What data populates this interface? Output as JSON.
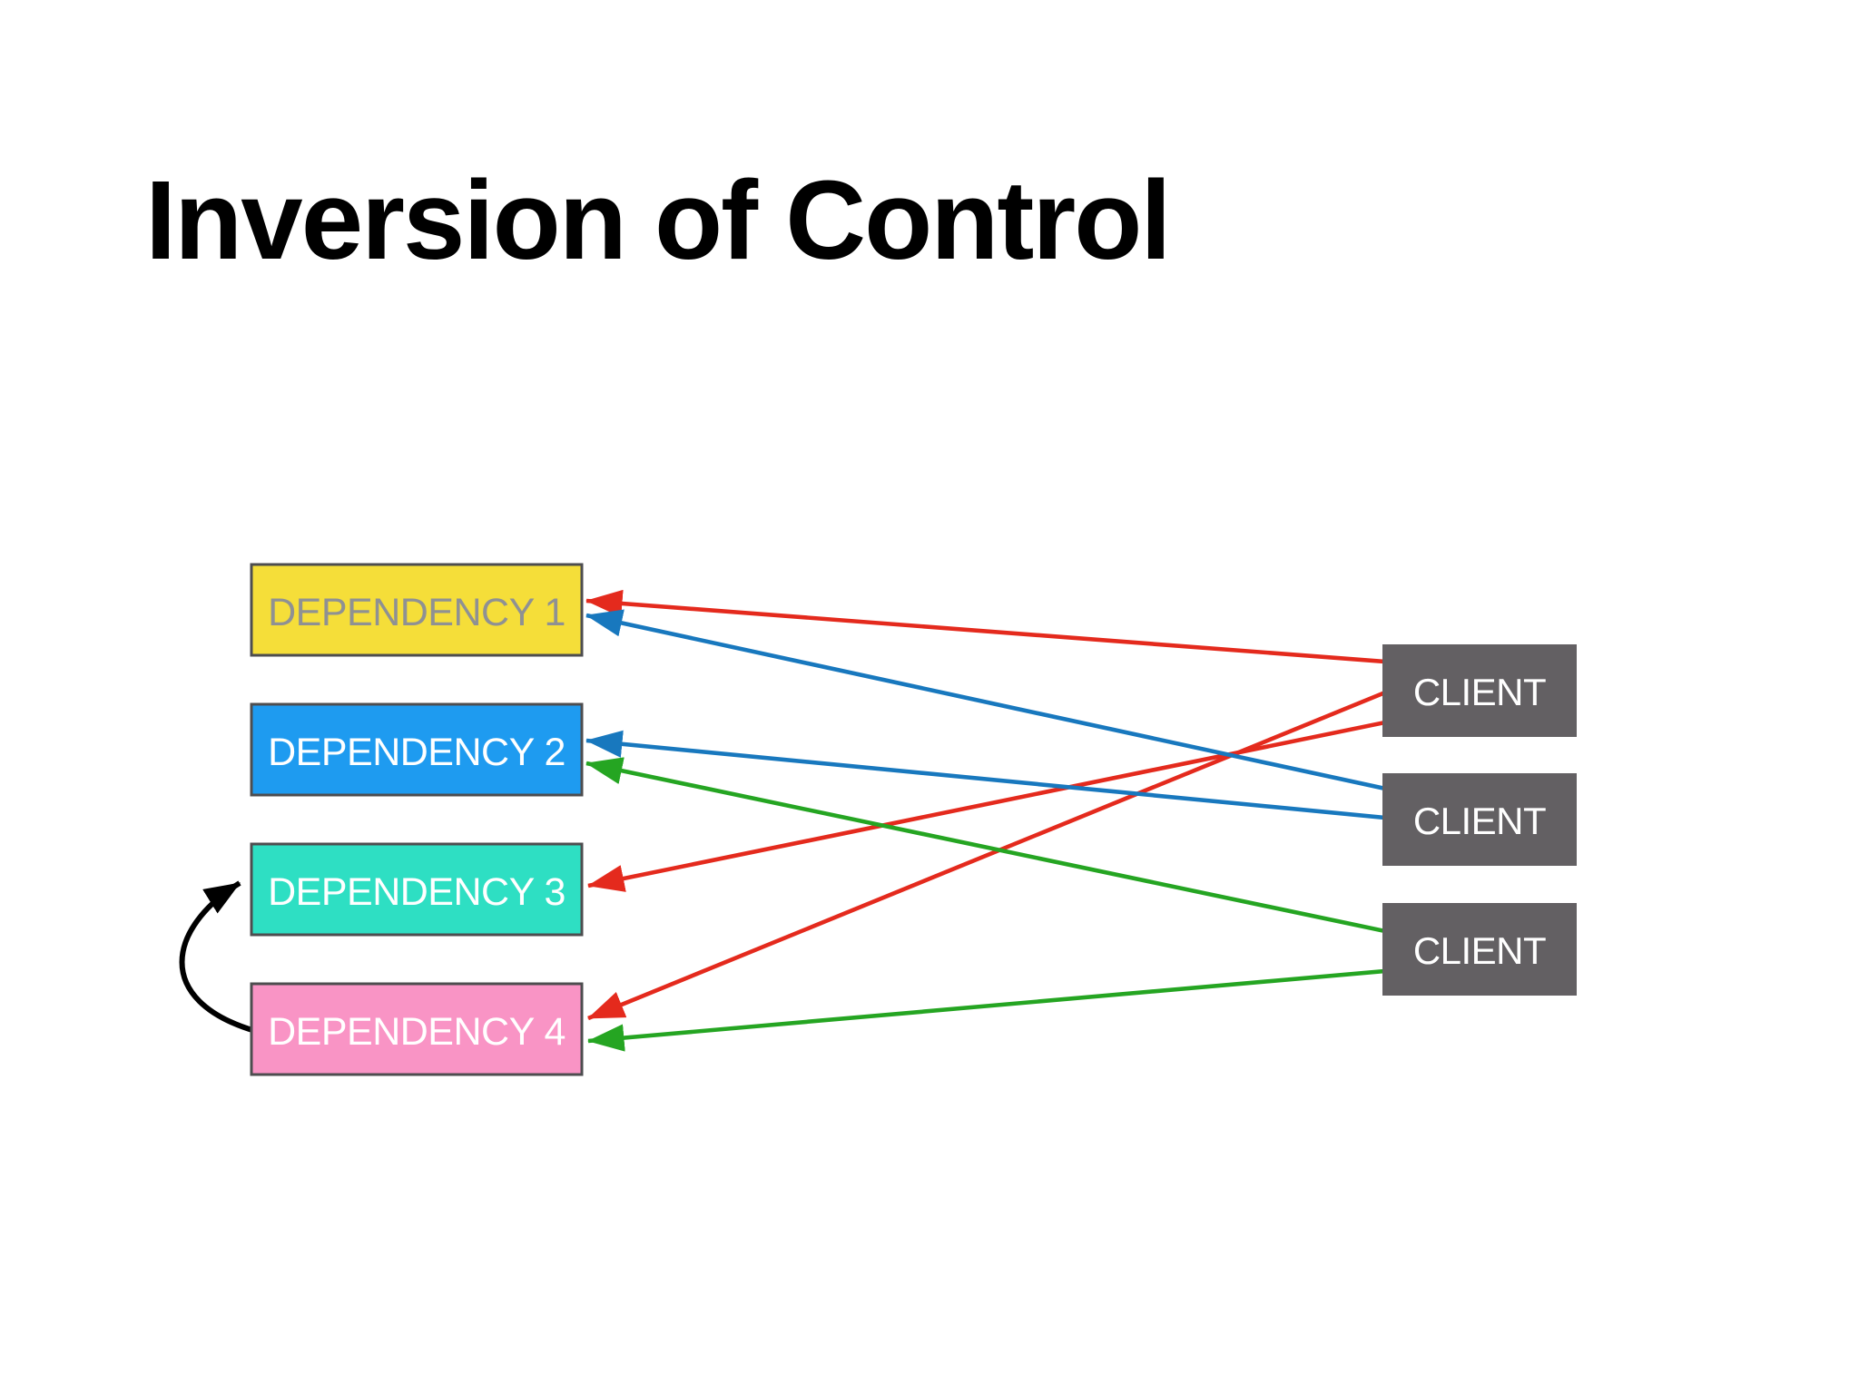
{
  "title": "Inversion of Control",
  "colors": {
    "background": "#FFFFFF",
    "title_text": "#000000",
    "red_arrow": "#E42A1D",
    "blue_arrow": "#1878BE",
    "green_arrow": "#25A522",
    "black_arrow": "#000000",
    "box_border": "#4D4D4F"
  },
  "dependencies": [
    {
      "label": "DEPENDENCY 1",
      "fill": "#F5DE39",
      "text_color": "#8F9193"
    },
    {
      "label": "DEPENDENCY 2",
      "fill": "#1E9BF0",
      "text_color": "#FFFFFF"
    },
    {
      "label": "DEPENDENCY 3",
      "fill": "#2EDFC3",
      "text_color": "#FFFFFF"
    },
    {
      "label": "DEPENDENCY 4",
      "fill": "#F994C5",
      "text_color": "#FFFFFF"
    }
  ],
  "clients": [
    {
      "label": "CLIENT"
    },
    {
      "label": "CLIENT"
    },
    {
      "label": "CLIENT"
    }
  ],
  "client_style": {
    "fill": "#636063",
    "text_color": "#FFFFFF"
  },
  "connections": [
    {
      "from": "client-1",
      "to": "dependency-1",
      "color": "red"
    },
    {
      "from": "client-1",
      "to": "dependency-4",
      "color": "red"
    },
    {
      "from": "client-1",
      "to": "dependency-3",
      "color": "red"
    },
    {
      "from": "client-2",
      "to": "dependency-1",
      "color": "blue"
    },
    {
      "from": "client-2",
      "to": "dependency-2",
      "color": "blue"
    },
    {
      "from": "client-3",
      "to": "dependency-2",
      "color": "green"
    },
    {
      "from": "client-3",
      "to": "dependency-4",
      "color": "green"
    },
    {
      "from": "dependency-4",
      "to": "dependency-3",
      "color": "black"
    }
  ]
}
